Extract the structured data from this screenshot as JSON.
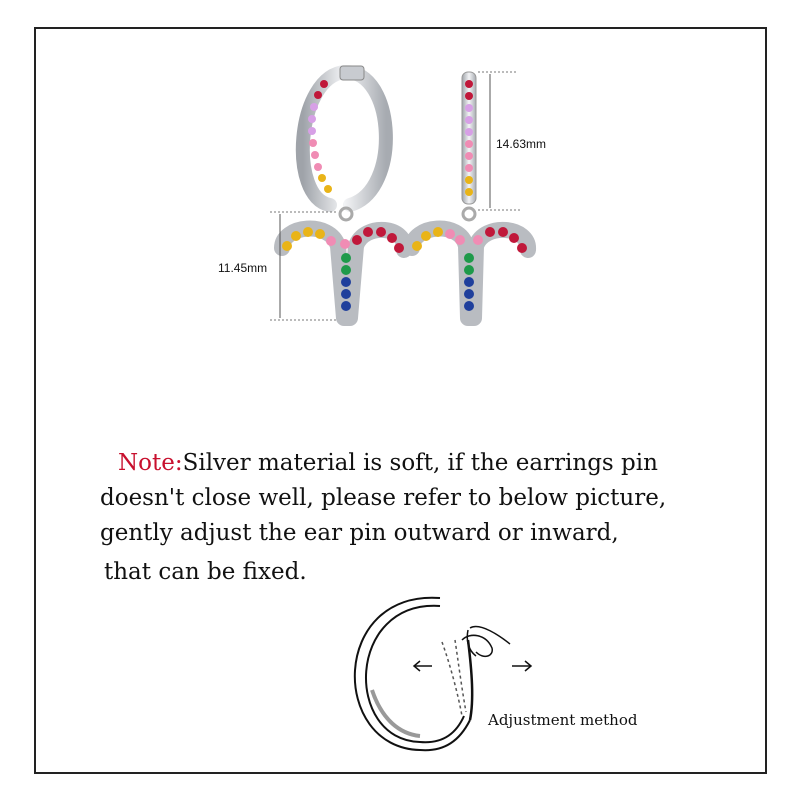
{
  "dimensions": {
    "hoop_height": "14.63mm",
    "pendant_height": "11.45mm"
  },
  "note": {
    "prefix": "Note:",
    "line1": "Silver material is soft, if the earrings pin",
    "line2": "doesn't close well, please refer to below picture,",
    "line3": "gently adjust the ear pin outward or inward,",
    "line4": "that can be fixed."
  },
  "adjustment": {
    "label": "Adjustment method"
  },
  "colors": {
    "note_accent": "#c8102e",
    "gem_red": "#c0183a",
    "gem_pink": "#f08cb4",
    "gem_lilac": "#d7a0e6",
    "gem_yellow": "#e9b418",
    "gem_green": "#1e9a4a",
    "gem_blue": "#1f3f9c",
    "silver": "#b9bcc1"
  }
}
